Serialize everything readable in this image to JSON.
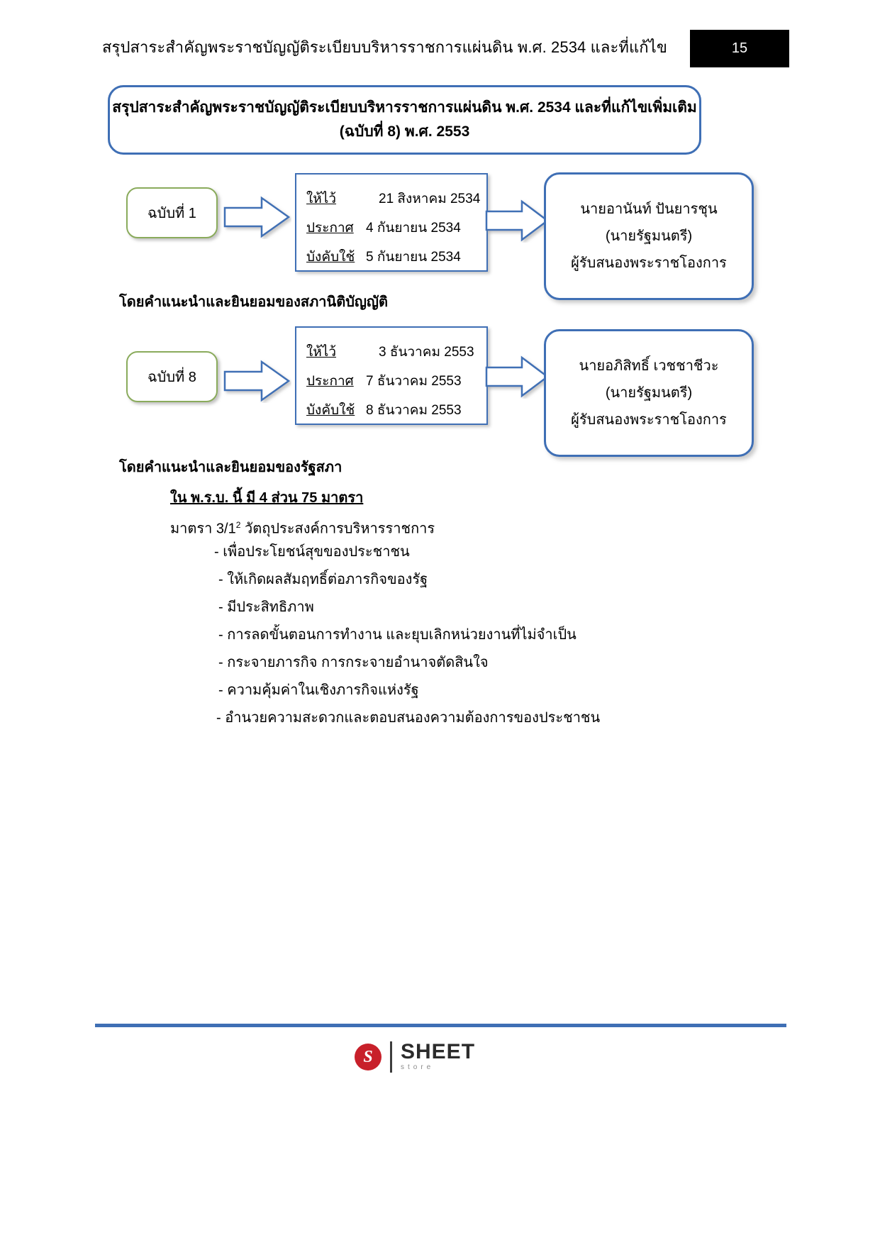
{
  "header": {
    "running_title": "สรุปสาระสำคัญพระราชบัญญัติระเบียบบริหารราชการแผ่นดิน พ.ศ. 2534 และที่แก้ไข",
    "page_number": "15"
  },
  "title_box": {
    "line1": "สรุปสาระสำคัญพระราชบัญญัติระเบียบบริหารราชการแผ่นดิน พ.ศ. 2534 และที่แก้ไขเพิ่มเติม",
    "line2": "(ฉบับที่ 8) พ.ศ. 2553",
    "border_color": "#3F6FB5"
  },
  "rows": [
    {
      "chip_label": "ฉบับที่ 1",
      "chip_border_color": "#8AAB5C",
      "dates": [
        {
          "label": "ให้ไว้",
          "value": "21 สิงหาคม 2534"
        },
        {
          "label": "ประกาศ",
          "value": "4 กันยายน 2534"
        },
        {
          "label": "บังคับใช้",
          "value": "5 กันยายน 2534"
        }
      ],
      "person": {
        "name": "นายอานันท์ ปันยารชุน",
        "role": "(นายรัฐมนตรี)",
        "note": "ผู้รับสนองพระราชโองการ"
      },
      "footnote": "โดยคำแนะนำและยินยอมของสภานิติบัญญัติ"
    },
    {
      "chip_label": "ฉบับที่ 8",
      "chip_border_color": "#8AAB5C",
      "dates": [
        {
          "label": "ให้ไว้",
          "value": "3 ธันวาคม 2553"
        },
        {
          "label": "ประกาศ",
          "value": "7 ธันวาคม 2553"
        },
        {
          "label": "บังคับใช้",
          "value": "8 ธันวาคม 2553"
        }
      ],
      "person": {
        "name": "นายอภิสิทธิ์  เวชชาชีวะ",
        "role": "(นายรัฐมนตรี)",
        "note": "ผู้รับสนองพระราชโองการ"
      },
      "footnote": "โดยคำแนะนำและยินยอมของรัฐสภา"
    }
  ],
  "content": {
    "sections_heading": "ใน พ.ร.บ. นี้ มี 4 ส่วน 75 มาตรา",
    "article_label": "มาตรา 3/1",
    "article_superscript": "2",
    "article_title": "วัตถุประสงค์การบริหารราชการ",
    "bullets": [
      "- เพื่อประโยชน์สุขของประชาชน",
      "- ให้เกิดผลสัมฤทธิ์ต่อภารกิจของรัฐ",
      "- มีประสิทธิภาพ",
      "- การลดขั้นตอนการทำงาน และยุบเลิกหน่วยงานที่ไม่จำเป็น",
      "- กระจายภารกิจ การกระจายอำนาจตัดสินใจ",
      "- ความคุ้มค่าในเชิงภารกิจแห่งรัฐ",
      "- อำนวยความสะดวกและตอบสนองความต้องการของประชาชน"
    ]
  },
  "footer": {
    "logo_initial": "S",
    "logo_name": "SHEET",
    "logo_sub": "store",
    "rule_color": "#3F6FB5"
  }
}
